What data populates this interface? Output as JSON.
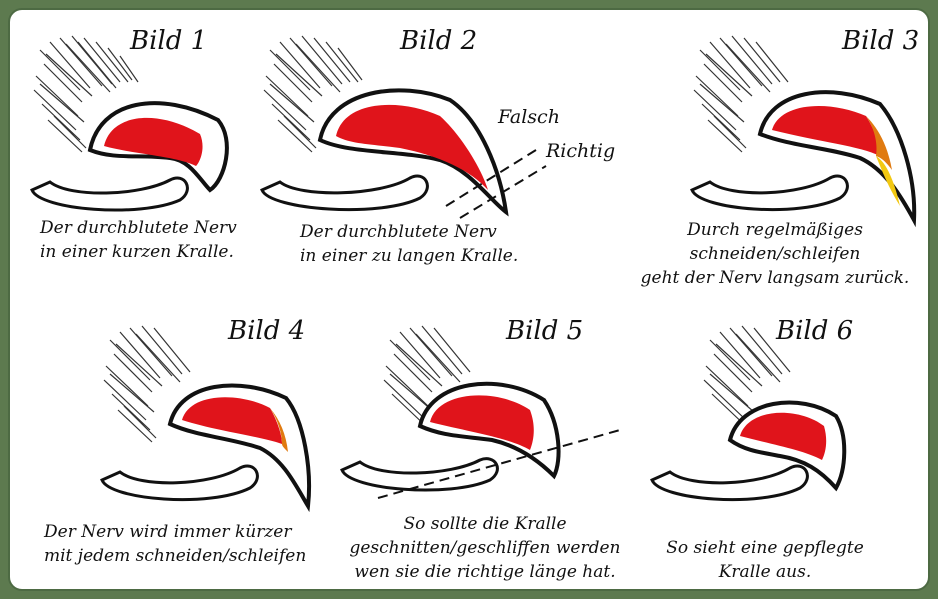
{
  "colors": {
    "frame": "#5d7a4f",
    "nerve": "#e0141b",
    "regress": "#e07a10",
    "regress_tip": "#f2c812",
    "ink": "#111111"
  },
  "panels": [
    {
      "title": "Bild 1",
      "caption": [
        "Der durchblutete Nerv",
        "in einer kurzen Kralle."
      ]
    },
    {
      "title": "Bild 2",
      "caption": [
        "Der durchblutete Nerv",
        "in einer zu langen Kralle."
      ],
      "labels": {
        "wrong": "Falsch",
        "right": "Richtig"
      }
    },
    {
      "title": "Bild 3",
      "caption": [
        "Durch regelmäßiges",
        "schneiden/schleifen",
        "geht der Nerv langsam zurück."
      ]
    },
    {
      "title": "Bild 4",
      "caption": [
        "Der Nerv wird immer kürzer",
        "mit jedem schneiden/schleifen"
      ]
    },
    {
      "title": "Bild 5",
      "caption": [
        "So sollte die Kralle",
        "geschnitten/geschliffen werden",
        "wen sie die richtige länge hat."
      ]
    },
    {
      "title": "Bild 6",
      "caption": [
        "So sieht eine gepflegte",
        "Kralle aus."
      ]
    }
  ]
}
